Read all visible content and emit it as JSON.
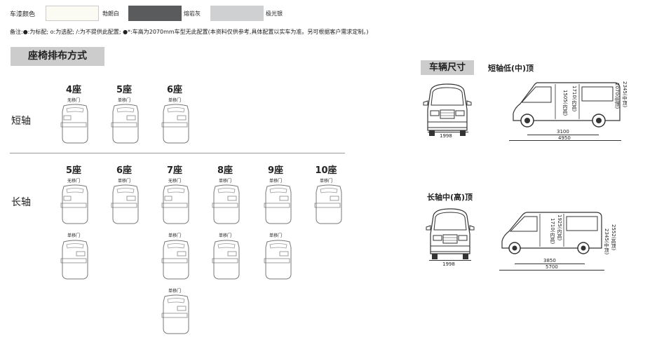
{
  "paint": {
    "label": "车漆颜色",
    "colors": [
      {
        "name": "勃朗白",
        "hex": "#fbfaf3"
      },
      {
        "name": "熔岩灰",
        "hex": "#5a5b5d"
      },
      {
        "name": "极光银",
        "hex": "#cfd0d2"
      }
    ]
  },
  "note": "备注:●:为标配; o:为选配; /:为不提供此配置; ●*:车高为2070mm车型无此配置(本资料仅供参考,具体配置以实车为准。另可根据客户需求定制。)",
  "seating": {
    "title": "座椅排布方式",
    "short": {
      "label": "短轴",
      "configs": [
        {
          "seats": "4座",
          "door": "无移门"
        },
        {
          "seats": "5座",
          "door": "单移门"
        },
        {
          "seats": "6座",
          "door": "单移门"
        }
      ]
    },
    "long": {
      "label": "长轴",
      "configs": [
        {
          "seats": "5座",
          "door": "无移门"
        },
        {
          "seats": "6座",
          "door": "单移门"
        },
        {
          "seats": "7座",
          "door": "无移门"
        },
        {
          "seats": "8座",
          "door": "单移门"
        },
        {
          "seats": "9座",
          "door": "单移门"
        },
        {
          "seats": "10座",
          "door": "单移门"
        }
      ],
      "row2_door": "单移门",
      "row3_door": "单移门"
    }
  },
  "dimensions": {
    "title": "车辆尺寸",
    "short": {
      "label": "短轴低(中)顶",
      "width": "1998",
      "wheelbase": "3100",
      "length": "4950",
      "h1": "1505(内高)",
      "h2": "1710(内高)",
      "h3": "2070(低顶)",
      "h4": "2345(中顶)"
    },
    "long": {
      "label": "长轴中(高)顶",
      "width": "1998",
      "wheelbase": "3850",
      "length": "5700",
      "h1": "1710(内高)",
      "h2": "1925(内高)",
      "h3": "2345(中顶)",
      "h4": "2552(高顶)"
    }
  }
}
